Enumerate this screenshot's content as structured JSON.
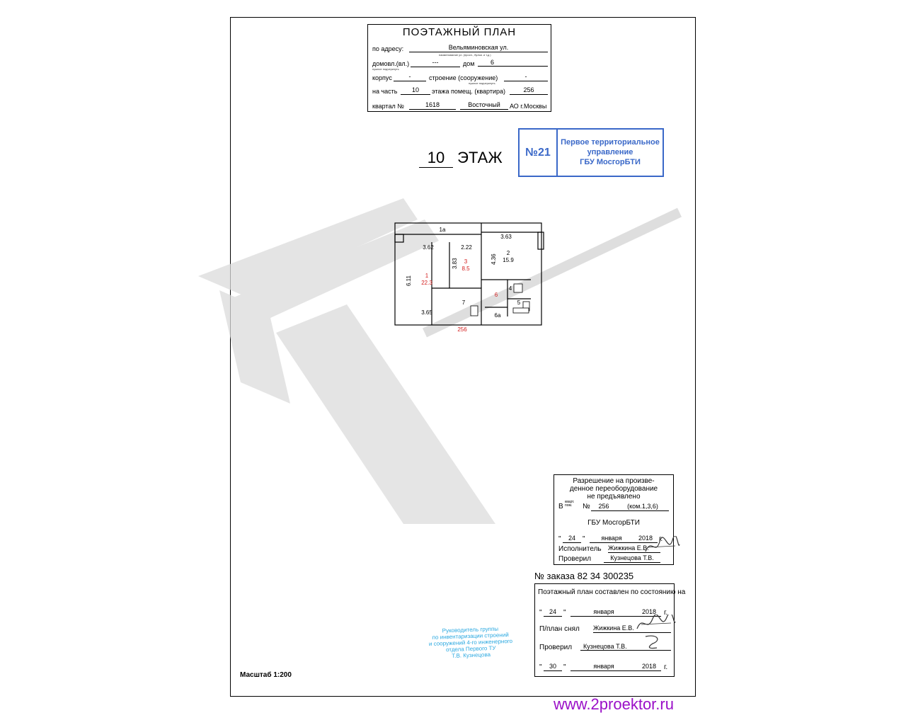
{
  "header": {
    "title": "ПОЭТАЖНЫЙ ПЛАН",
    "address_label": "по адресу:",
    "address_value": "Вельяминовская ул.",
    "address_hint": "наименование ул. (просп., бульв. и т.д.)",
    "domovl_label": "домовл.(вл.)",
    "domovl_value": "---",
    "dom_label": "дом",
    "dom_value": "6",
    "hint_needed1": "нужное подчеркнуть",
    "korpus_label": "корпус",
    "korpus_value": "-",
    "stroenie_label": "строение (сооружение)",
    "stroenie_value": "-",
    "hint_needed2": "нужное подчеркнуть",
    "part_label": "на часть",
    "part_value": "10",
    "floor_text": "этажа помещ. (квартира)",
    "apartment_value": "256",
    "kvartal_label": "квартал №",
    "kvartal_value": "1618",
    "district_value": "Восточный",
    "ao_text": "АО г.Москвы"
  },
  "floor_heading": {
    "number": "10",
    "word": "ЭТАЖ"
  },
  "stamp_top": {
    "number": "№21",
    "line1": "Первое территориальное",
    "line2": "управление",
    "line3": "ГБУ МосгорБТИ",
    "color": "#3a68c8"
  },
  "plan": {
    "labels": {
      "r1a": "1а",
      "d362": "3.62",
      "d222": "2.22",
      "d363": "3.63",
      "d436": "4.36",
      "r2": "2",
      "a159": "15.9",
      "d611": "6.11",
      "r1": "1",
      "a223": "22.3",
      "d383": "3.83",
      "r3": "3",
      "a85": "8.5",
      "r4": "4",
      "r5": "5",
      "r6": "6",
      "r7": "7",
      "r6a": "6а",
      "d365": "3.65",
      "apt": "256"
    },
    "red_color": "#d42020"
  },
  "permission": {
    "line1": "Разрешение на произве-",
    "line2": "денное переоборудование",
    "line3": "не предъявлено",
    "v_label": "В",
    "kvart_small": "кварт. пом.",
    "no_label": "№",
    "number": "256",
    "rooms": "(ком.1,3,6)",
    "org": "ГБУ МосгорБТИ",
    "q1": "\"",
    "day": "24",
    "q2": "\"",
    "month": "января",
    "year": "2018",
    "g": "г.",
    "executor_label": "Исполнитель",
    "executor_name": "Жижкина Е.В.",
    "checked_label": "Проверил",
    "checked_name": "Кузнецова Т.В."
  },
  "order": {
    "label": "№ заказа",
    "number": "82 34 300235"
  },
  "state_box": {
    "title": "Поэтажный план составлен по состоянию на",
    "q": "\"",
    "day1": "24",
    "month1": "января",
    "year1": "2018",
    "g": "г.",
    "taken_label": "П/план снял",
    "taken_name": "Жижкина Е.В.",
    "checked_label": "Проверил",
    "checked_name": "Кузнецова Т.В.",
    "day2": "30",
    "month2": "января",
    "year2": "2018"
  },
  "stamp_bottom": {
    "line1": "Руководитель группы",
    "line2": "по инвентаризации строений",
    "line3": "и сооружений 4-го инженерного",
    "line4": "отдела Первого ТУ",
    "line5": "Т.В. Кузнецова",
    "color": "#2aa8e0"
  },
  "scale": "Масштаб 1:200",
  "url": "www.2proektor.ru",
  "url_color": "#9b10c8"
}
